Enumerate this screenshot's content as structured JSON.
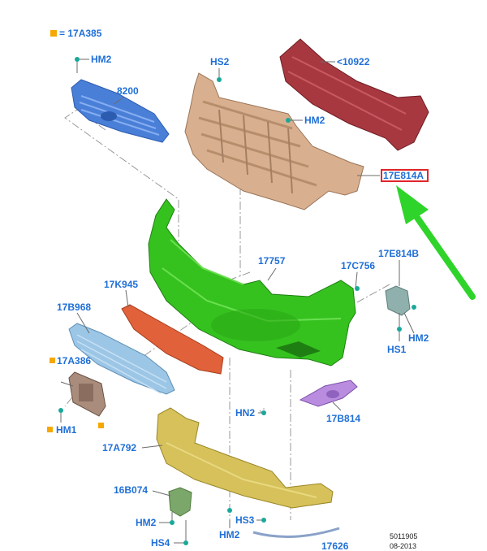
{
  "legend": {
    "marker_color": "#f5a800",
    "text": "= 17A385"
  },
  "labels": {
    "hm2_top": "HM2",
    "p8200": "8200",
    "hs2": "HS2",
    "p10922": "<10922",
    "hm2_mid": "HM2",
    "p17e814a": "17E814A",
    "p17757": "17757",
    "p17c756": "17C756",
    "p17e814b": "17E814B",
    "p17k945": "17K945",
    "p17b968": "17B968",
    "hm2_right": "HM2",
    "hs1": "HS1",
    "p17a386": "17A386",
    "hn2": "HN2",
    "p17b814": "17B814",
    "hm1": "HM1",
    "p17a792": "17A792",
    "p16b074": "16B074",
    "hm2_low": "HM2",
    "hs3": "HS3",
    "hs4": "HS4",
    "hm2_bottom": "HM2",
    "p17626": "17626"
  },
  "footer": {
    "code": "5011905",
    "date": "08-2013"
  },
  "colors": {
    "grille_upper": "#4a7fd8",
    "absorber": "#d9b08f",
    "reinforcement": "#a83840",
    "bumper_cover": "#35c21f",
    "grille_lower": "#9cc6e6",
    "strip": "#e0613a",
    "bracket": "#a98c7c",
    "fog_bezel": "#b98ce0",
    "undertray": "#d6c15a",
    "small_bracket": "#7ba86a",
    "molding": "#8aa2c8",
    "side_bracket": "#8fb0ac",
    "highlight_box": "#e0252b",
    "arrow": "#2fd42a",
    "label_text": "#1f6fd6"
  }
}
